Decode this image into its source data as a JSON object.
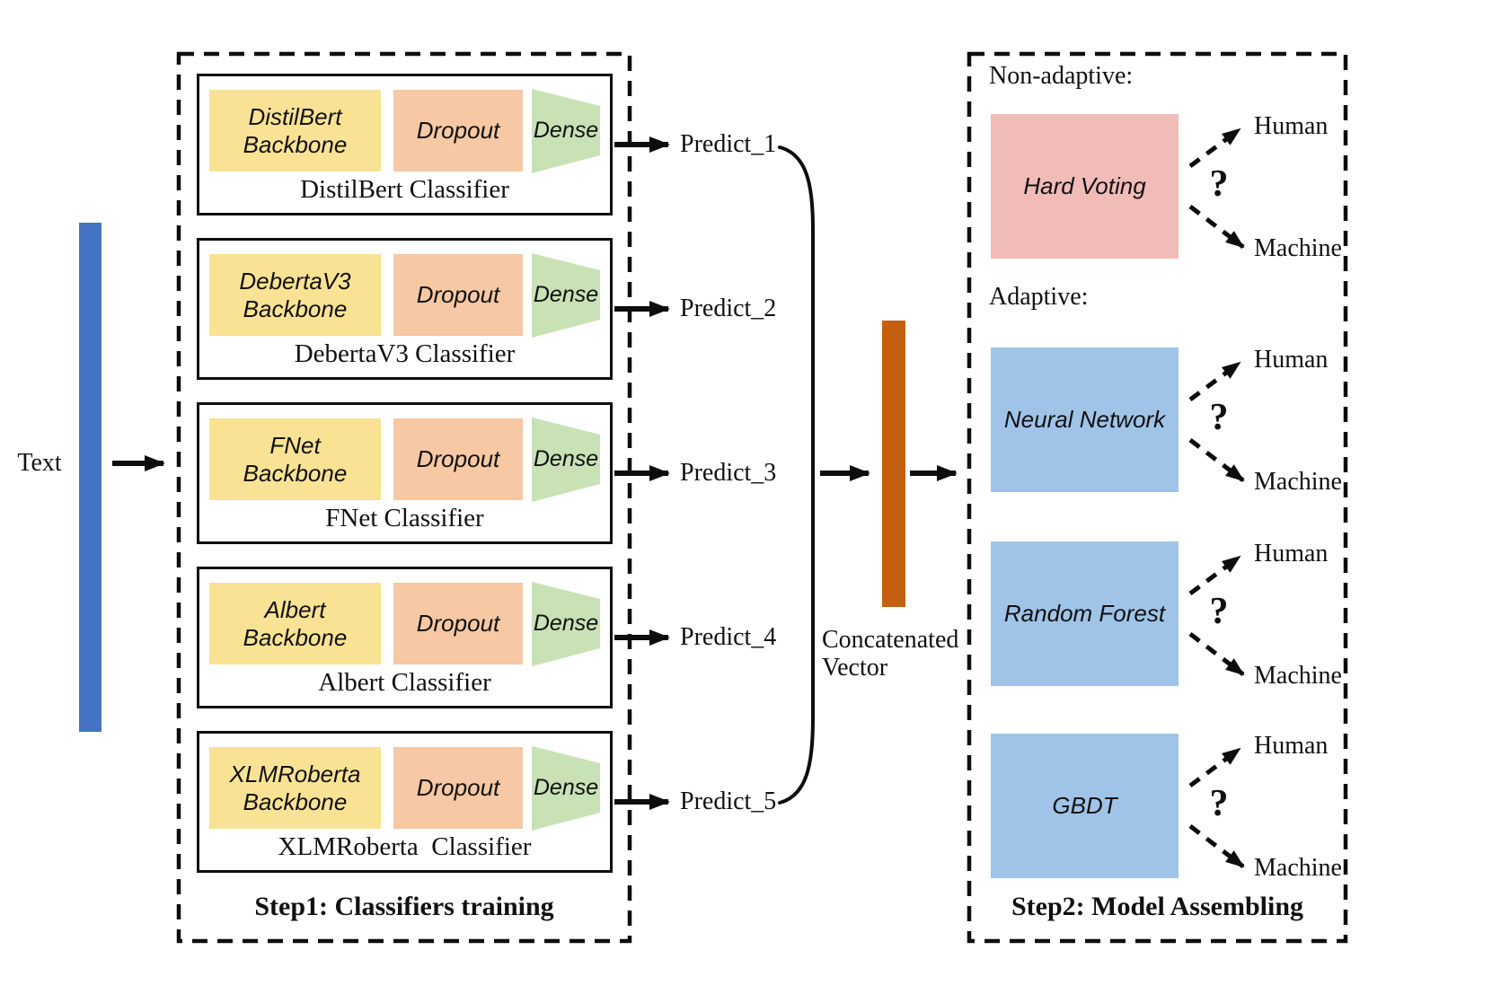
{
  "input": {
    "label": "Text"
  },
  "step1": {
    "title": "Step1: Classifiers training",
    "classifiers": [
      {
        "backbone_line1": "DistilBert",
        "backbone_line2": "Backbone",
        "dropout": "Dropout",
        "dense": "Dense",
        "caption": "DistilBert Classifier",
        "predict": "Predict_1"
      },
      {
        "backbone_line1": "DebertaV3",
        "backbone_line2": "Backbone",
        "dropout": "Dropout",
        "dense": "Dense",
        "caption": "DebertaV3 Classifier",
        "predict": "Predict_2"
      },
      {
        "backbone_line1": "FNet",
        "backbone_line2": "Backbone",
        "dropout": "Dropout",
        "dense": "Dense",
        "caption": "FNet Classifier",
        "predict": "Predict_3"
      },
      {
        "backbone_line1": "Albert",
        "backbone_line2": "Backbone",
        "dropout": "Dropout",
        "dense": "Dense",
        "caption": "Albert Classifier",
        "predict": "Predict_4"
      },
      {
        "backbone_line1": "XLMRoberta",
        "backbone_line2": "Backbone",
        "dropout": "Dropout",
        "dense": "Dense",
        "caption": "XLMRoberta  Classifier",
        "predict": "Predict_5"
      }
    ]
  },
  "concat": {
    "line1": "Concatenated",
    "line2": "Vector"
  },
  "step2": {
    "title": "Step2: Model Assembling",
    "non_adaptive_label": "Non-adaptive:",
    "adaptive_label": "Adaptive:",
    "ensembles": [
      {
        "name": "Hard Voting",
        "question": "?",
        "human": "Human",
        "machine": "Machine"
      },
      {
        "name": "Neural Network",
        "question": "?",
        "human": "Human",
        "machine": "Machine"
      },
      {
        "name": "Random Forest",
        "question": "?",
        "human": "Human",
        "machine": "Machine"
      },
      {
        "name": "GBDT",
        "question": "?",
        "human": "Human",
        "machine": "Machine"
      }
    ]
  },
  "colors": {
    "backbone_yellow": "#FAE294",
    "dropout_peach": "#F6C8A3",
    "dense_green": "#C8E1B5",
    "hard_voting_pink": "#F1BCB8",
    "adaptive_blue": "#A0C4E8",
    "input_bar_blue": "#4573C4",
    "concat_bar_orange": "#C45F11",
    "line_black": "#0d0d0d"
  }
}
